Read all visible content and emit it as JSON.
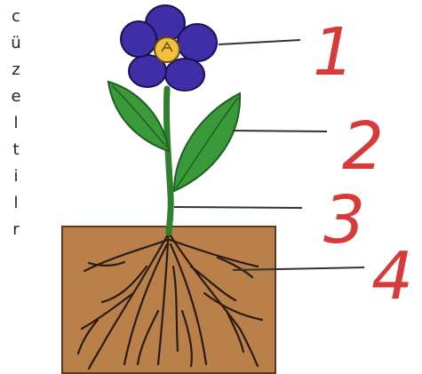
{
  "side_letters": [
    "c",
    "ü",
    "z",
    "e",
    "l",
    "t",
    "i",
    "l",
    "r"
  ],
  "labels": [
    "1",
    "2",
    "3",
    "4"
  ],
  "colors": {
    "petal": "#3f2ea8",
    "flower_center": "#f2c040",
    "leaf": "#3a9a3a",
    "stem": "#2f7f2f",
    "soil": "#b9804a",
    "root": "#2a1c12",
    "label_ink": "#d83a3a",
    "pointer_line": "#333333"
  },
  "parts_icons": [
    "flower-icon",
    "leaf-icon",
    "stem-icon",
    "root-icon"
  ]
}
